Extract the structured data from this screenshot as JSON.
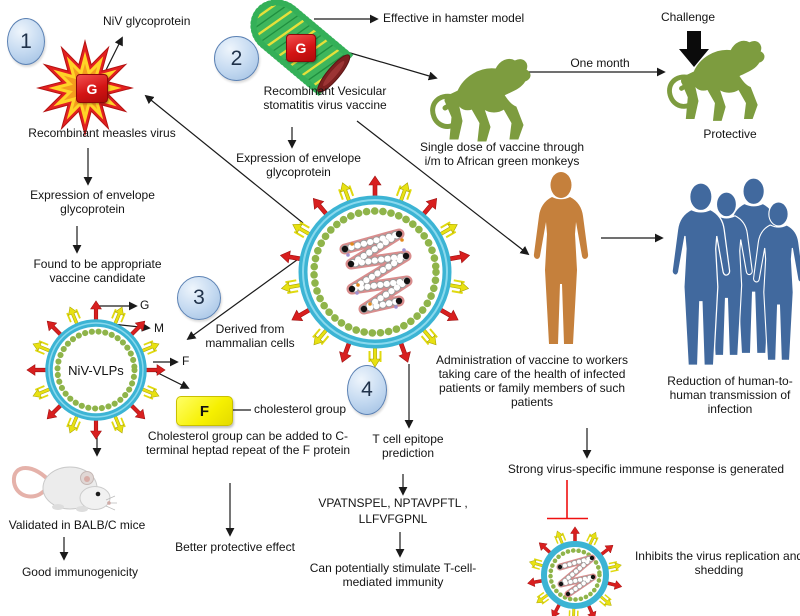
{
  "colors": {
    "step_circle_blue": "#b9d3ee",
    "spike_red": "#d81f1f",
    "spike_yellow": "#e8e112",
    "envelope_teal": "#3cb4d4",
    "matrix_green": "#8fb44a",
    "monkey_green": "#7d9c3f",
    "human_orange": "#c5803c",
    "human_blue": "#41699e",
    "f_box_yellow": "#f6f000",
    "inhibition_red": "#ef1010",
    "arrow_black": "#1a1a1a"
  },
  "steps": {
    "one": {
      "number": "1",
      "glycoprotein_callout": "NiV glycoprotein",
      "g_protein": "G",
      "caption": "Recombinant measles virus",
      "expression_note": "Expression of envelope glycoprotein",
      "candidate_note": "Found to be appropriate vaccine candidate"
    },
    "two": {
      "number": "2",
      "g_protein": "G",
      "caption": "Recombinant Vesicular stomatitis virus vaccine",
      "hamster_note": "Effective in hamster model",
      "expression_note": "Expression of envelope glycoprotein",
      "monkey_note": "Single dose of vaccine through i/m to African green monkeys",
      "one_month_label": "One month",
      "challenge_label": "Challenge",
      "protective_label": "Protective"
    },
    "three": {
      "number": "3",
      "vlp_label": "NiV-VLPs",
      "spike_g": "G",
      "spike_m": "M",
      "spike_f": "F",
      "derived_note": "Derived from mammalian cells",
      "f_box_label": "F",
      "cholesterol_label": "cholesterol group",
      "cholesterol_note": "Cholesterol group can be added to C-terminal heptad repeat of the F protein",
      "better_note": "Better protective effect",
      "mice_note": "Validated in BALB/C mice",
      "immunogenicity_note": "Good immunogenicity"
    },
    "four": {
      "number": "4",
      "prediction_note": "T cell epitope prediction",
      "epitopes_line1": "VPATNSPEL, NPTAVPFTL ,",
      "epitopes_line2": "LLFVFGPNL",
      "stimulate_note": "Can potentially stimulate T-cell-mediated immunity"
    }
  },
  "human_branch": {
    "administration_note": "Administration of vaccine to workers taking care of the health of infected patients or family members of such patients",
    "reduction_note": "Reduction of human-to-human transmission of infection",
    "immune_note": "Strong virus-specific immune response is generated",
    "inhibition_note": "Inhibits the virus replication and shedding"
  }
}
